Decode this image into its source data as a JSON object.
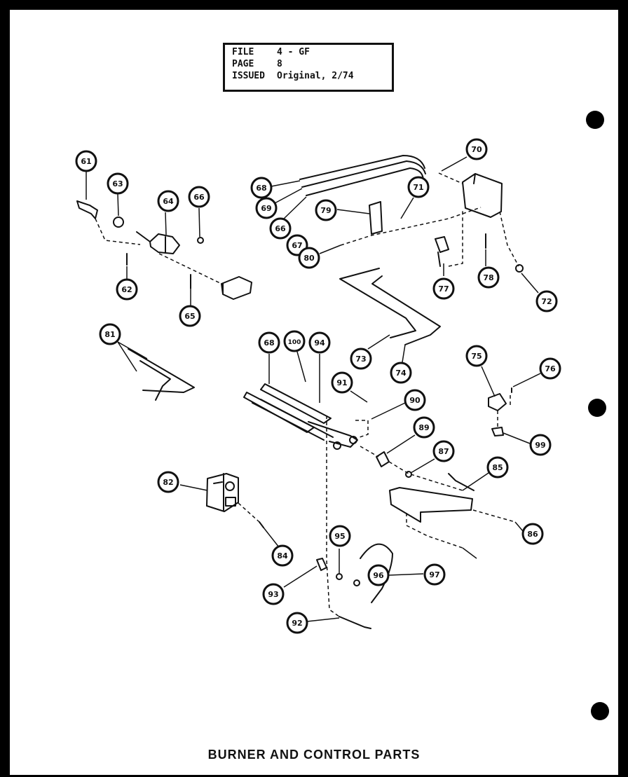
{
  "file_box": {
    "file_label": "FILE",
    "file_value": "4 - GF",
    "page_label": "PAGE",
    "page_value": "8",
    "issued_label": "ISSUED",
    "issued_value": "Original, 2/74"
  },
  "title": "BURNER AND CONTROL PARTS",
  "callouts": [
    "61",
    "62",
    "63",
    "64",
    "65",
    "66",
    "68",
    "69",
    "66",
    "67",
    "70",
    "71",
    "79",
    "80",
    "77",
    "78",
    "72",
    "73",
    "74",
    "81",
    "68",
    "100",
    "94",
    "91",
    "90",
    "89",
    "87",
    "75",
    "76",
    "99",
    "85",
    "86",
    "82",
    "84",
    "95",
    "96",
    "97",
    "93",
    "92"
  ]
}
